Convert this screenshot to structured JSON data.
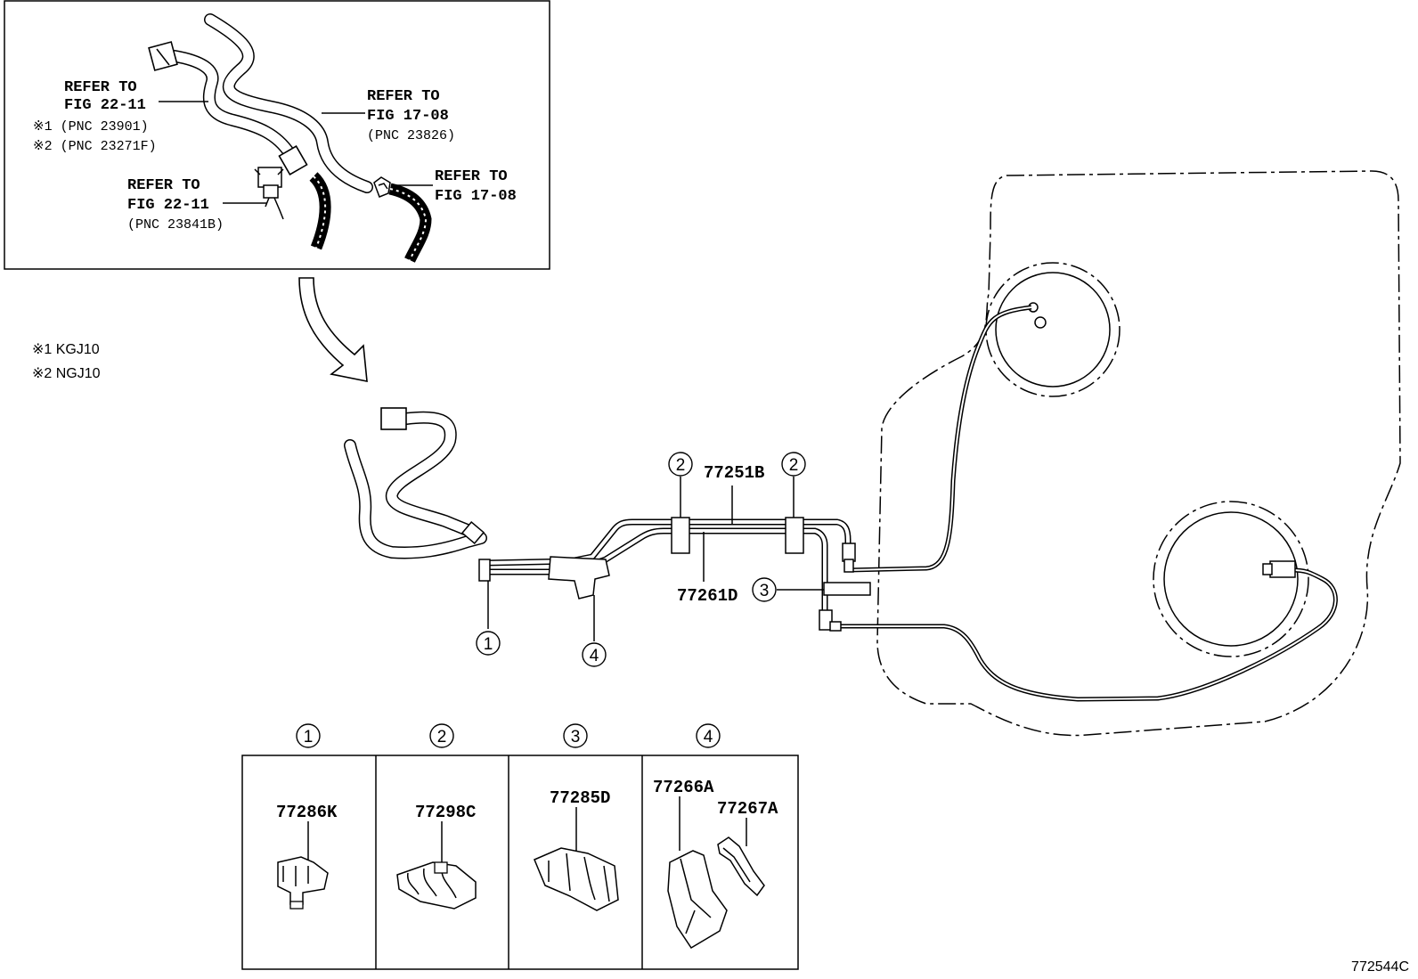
{
  "inset": {
    "refer_a_line1": "REFER TO",
    "refer_a_line2": "FIG 22-11",
    "refer_a_note1": "※1 (PNC 23901)",
    "refer_a_note2": "※2 (PNC 23271F)",
    "refer_b_line1": "REFER TO",
    "refer_b_line2": "FIG 17-08",
    "refer_b_pnc": "(PNC 23826)",
    "refer_c_line1": "REFER TO",
    "refer_c_line2": "FIG 17-08",
    "refer_d_line1": "REFER TO",
    "refer_d_line2": "FIG 22-11",
    "refer_d_pnc": "(PNC 23841B)"
  },
  "legend": {
    "note1": "※1 KGJ10",
    "note2": "※2 NGJ10"
  },
  "parts": {
    "p77251B": "77251B",
    "p77261D": "77261D"
  },
  "callouts": {
    "c1": "1",
    "c2a": "2",
    "c2b": "2",
    "c3": "3",
    "c4": "4"
  },
  "clip_table": [
    {
      "index": "1",
      "parts": [
        "77286K"
      ]
    },
    {
      "index": "2",
      "parts": [
        "77298C"
      ]
    },
    {
      "index": "3",
      "parts": [
        "77285D"
      ]
    },
    {
      "index": "4",
      "parts": [
        "77266A",
        "77267A"
      ]
    }
  ],
  "figure_id": "772544C"
}
